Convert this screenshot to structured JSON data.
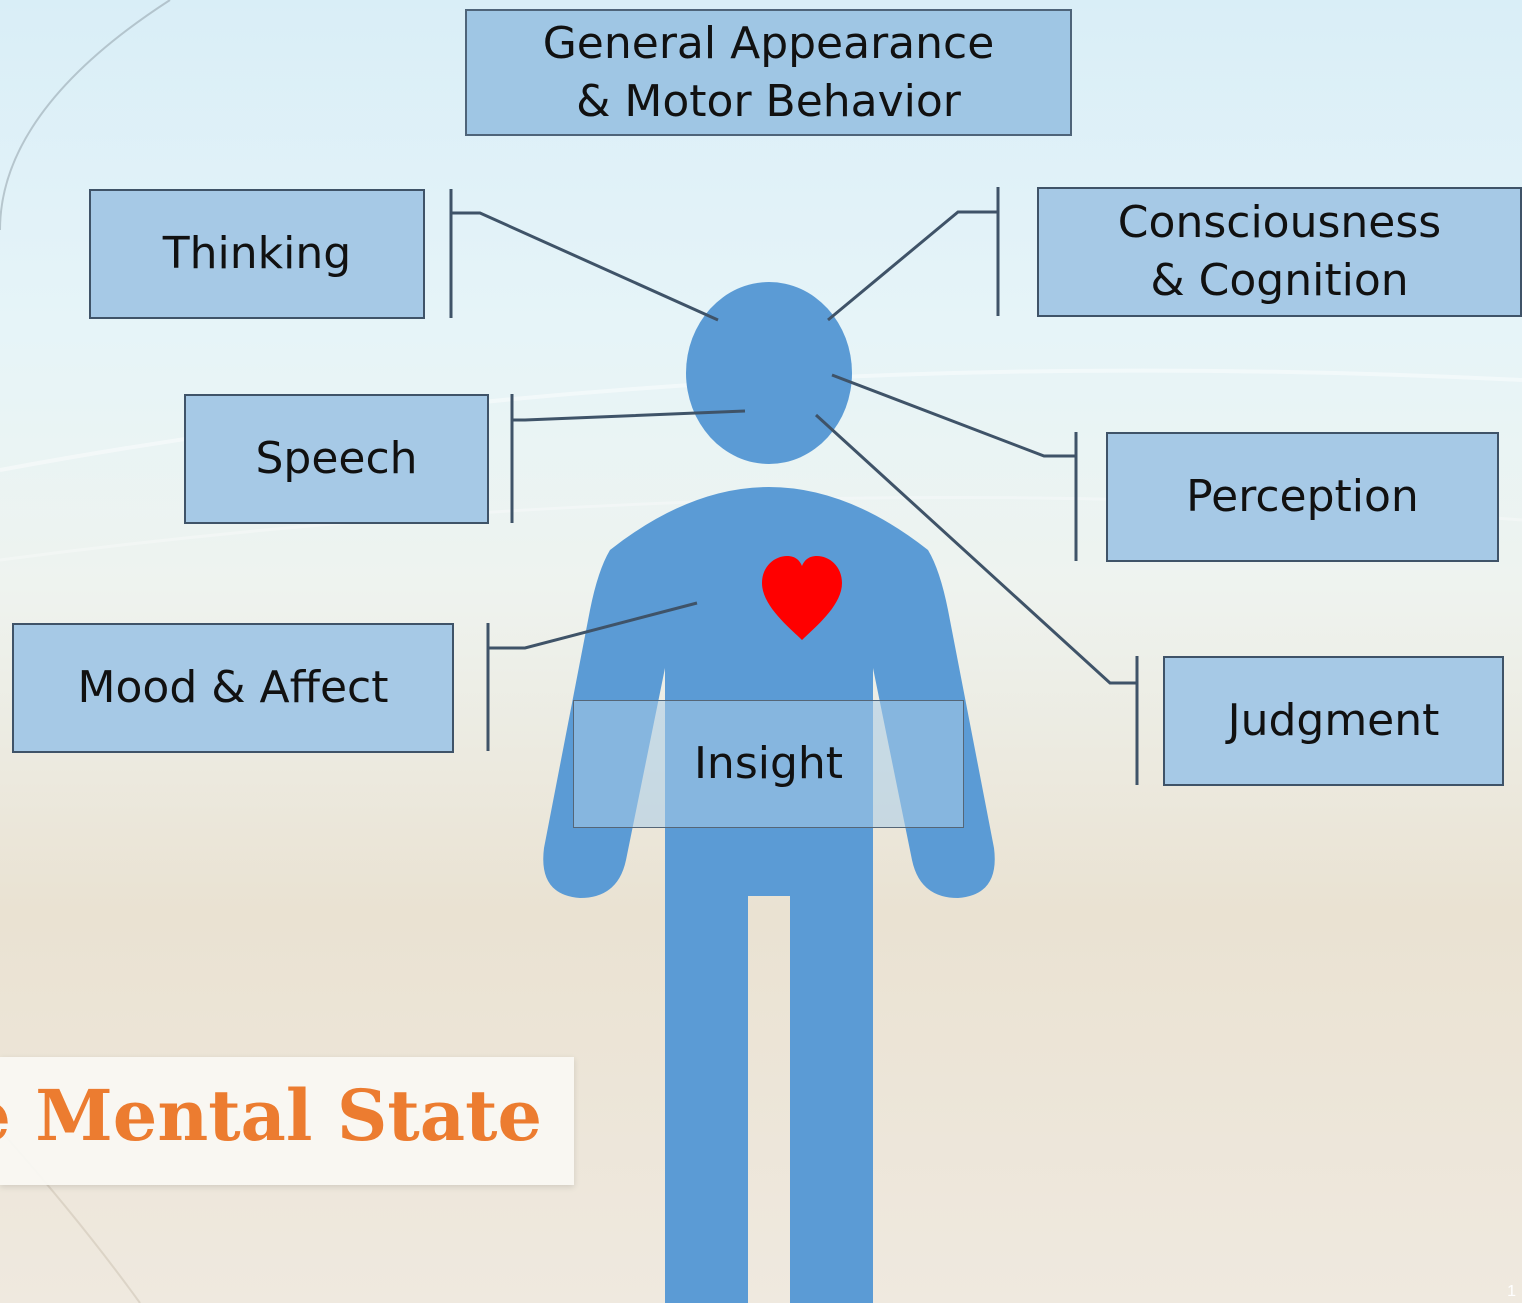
{
  "diagram": {
    "title": "The Mental State",
    "boxes": {
      "appearance": "General Appearance\n& Motor Behavior",
      "thinking": "Thinking",
      "consciousness": "Consciousness\n& Cognition",
      "speech": "Speech",
      "perception": "Perception",
      "mood": "Mood & Affect",
      "judgment": "Judgment",
      "insight": "Insight"
    },
    "slide_number": "1"
  },
  "colors": {
    "figure": "#5b9bd5",
    "box_fill": "#a6c9e6",
    "box_border": "#3f5368",
    "connector": "#3f5368",
    "heart": "#ff0000",
    "title": "#ec7c30"
  },
  "icons": [
    "person-figure-icon",
    "heart-icon"
  ]
}
